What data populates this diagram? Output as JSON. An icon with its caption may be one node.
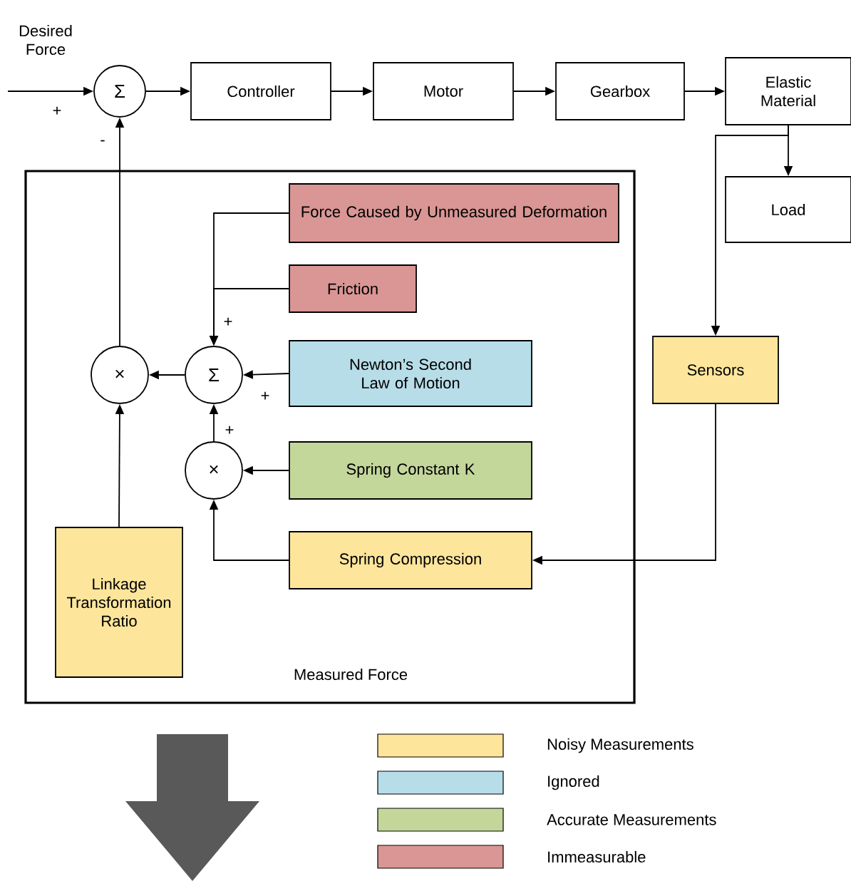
{
  "diagram": {
    "nodes": [
      {
        "text": [
          "Σ"
        ]
      },
      {
        "text": [
          "Controller"
        ]
      },
      {
        "text": [
          "Motor"
        ]
      },
      {
        "text": [
          "Gearbox"
        ]
      },
      {
        "text": [
          "Elastic Material"
        ]
      },
      {
        "text": [
          "Load"
        ]
      },
      {
        "text": [
          "Measured Force"
        ]
      },
      {
        "text": [
          "Force Caused by Unmeasured Deformation"
        ],
        "in": 6
      },
      {
        "text": [
          "Friction"
        ],
        "in": 6
      },
      {
        "text": [
          "Σ"
        ],
        "in": 6
      },
      {
        "text": [
          "×"
        ],
        "in": 6
      },
      {
        "text": [
          "Newton’s Second Law of Motion"
        ],
        "in": 6
      },
      {
        "text": [
          "×"
        ],
        "in": 6
      },
      {
        "text": [
          "Spring Constant K"
        ],
        "in": 6
      },
      {
        "text": [
          "Spring Compression"
        ],
        "in": 6
      },
      {
        "text": [
          "Linkage Transformation Ratio"
        ],
        "in": 6
      },
      {
        "text": [
          "Sensors"
        ]
      }
    ],
    "edges": [
      {
        "from": null,
        "to": 0,
        "arrow": "to",
        "label": "+"
      },
      {
        "from": 0,
        "to": 1,
        "arrow": "to"
      },
      {
        "from": 1,
        "to": 2,
        "arrow": "to"
      },
      {
        "from": 2,
        "to": 3,
        "arrow": "to"
      },
      {
        "from": 3,
        "to": 4,
        "arrow": "to"
      },
      {
        "from": 4,
        "to": 5,
        "arrow": "to"
      },
      {
        "from": 4,
        "to": 16,
        "arrow": "to"
      },
      {
        "from": 16,
        "to": 14,
        "arrow": "to"
      },
      {
        "from": 14,
        "to": 12,
        "arrow": "to"
      },
      {
        "from": 13,
        "to": 12,
        "arrow": "to"
      },
      {
        "from": 12,
        "to": 9,
        "arrow": "to",
        "label": "+"
      },
      {
        "from": 11,
        "to": 9,
        "arrow": "to",
        "label": "+"
      },
      {
        "from": 7,
        "to": 9,
        "arrow": "to"
      },
      {
        "from": 8,
        "to": 9,
        "arrow": "to",
        "label": "+"
      },
      {
        "from": 9,
        "to": 10,
        "arrow": "to"
      },
      {
        "from": 15,
        "to": 10,
        "arrow": "to"
      },
      {
        "from": 10,
        "to": 0,
        "arrow": "to",
        "label": "-"
      }
    ],
    "labels": [
      "Desired Force"
    ],
    "legend": [
      {
        "text": "Noisy Measurements",
        "color": "#fde59b"
      },
      {
        "text": "Ignored",
        "color": "#b7dde8"
      },
      {
        "text": "Accurate Measurements",
        "color": "#c4d79b"
      },
      {
        "text": "Immeasurable",
        "color": "#d99694"
      }
    ]
  }
}
